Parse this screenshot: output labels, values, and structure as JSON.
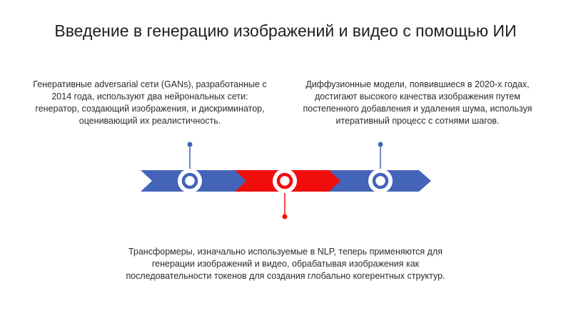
{
  "slide": {
    "title": "Введение в генерацию изображений и видео с помощью ИИ"
  },
  "timeline": {
    "colors": {
      "blue": "#4364b8",
      "red": "#f20d0d",
      "ring": "#ffffff"
    },
    "events": [
      {
        "id": "gan",
        "color": "blue",
        "text": "Генеративные adversarial сети (GANs), разработанные с 2014 года, используют два нейрональных сети: генератор, создающий изображения, и дискриминатор, оценивающий их реалистичность."
      },
      {
        "id": "transformer",
        "color": "red",
        "text": "Трансформеры, изначально используемые в NLP, теперь применяются для генерации изображений и видео, обрабатывая изображения как последовательности токенов для создания глобально когерентных структур."
      },
      {
        "id": "diffusion",
        "color": "blue",
        "text": "Диффузионные модели, появившиеся в 2020-х годах, достигают высокого качества изображения путем постепенного добавления и удаления шума, используя итеративный процесс с сотнями шагов."
      }
    ]
  }
}
